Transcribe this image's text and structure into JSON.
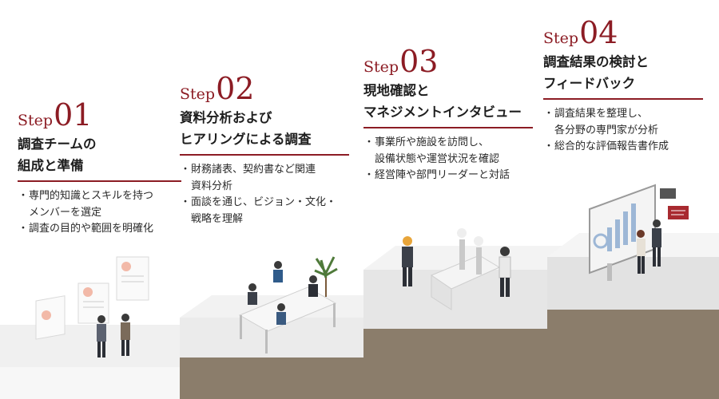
{
  "colors": {
    "accent": "#8c1c24",
    "stair_light": "#e7e7e7",
    "stair_dark": "#8b7d6b"
  },
  "steps": [
    {
      "word": "Step",
      "num": "01",
      "title_lines": [
        "調査チームの",
        "組成と準備"
      ],
      "bullets": [
        "専門的知識とスキルを持つ\nメンバーを選定",
        "調査の目的や範囲を明確化"
      ],
      "illustration": "team-profiles-illustration"
    },
    {
      "word": "Step",
      "num": "02",
      "title_lines": [
        "資料分析および",
        "ヒアリングによる調査"
      ],
      "bullets": [
        "財務諸表、契約書など関連\n資料分析",
        "面談を通じ、ビジョン・文化・\n戦略を理解"
      ],
      "illustration": "meeting-table-illustration"
    },
    {
      "word": "Step",
      "num": "03",
      "title_lines": [
        "現地確認と",
        "マネジメントインタビュー"
      ],
      "bullets": [
        "事業所や施設を訪問し、\n設備状態や運営状況を確認",
        "経営陣や部門リーダーと対話"
      ],
      "illustration": "factory-visit-illustration"
    },
    {
      "word": "Step",
      "num": "04",
      "title_lines": [
        "調査結果の検討と",
        "フィードバック"
      ],
      "bullets": [
        "調査結果を整理し、\n各分野の専門家が分析",
        "総合的な評価報告書作成"
      ],
      "illustration": "analytics-screen-illustration"
    }
  ]
}
